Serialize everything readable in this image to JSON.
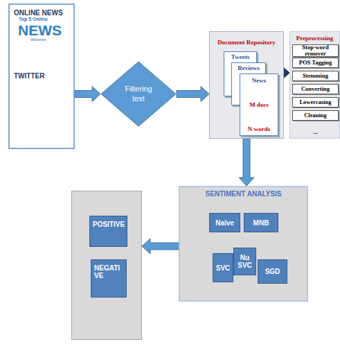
{
  "diagram": {
    "nodes": [
      {
        "text": [
          "ONLINE NEWS",
          "TWITTER"
        ]
      },
      {
        "text": [
          "Filtering text"
        ]
      },
      {
        "text": [
          "Document Repository"
        ]
      },
      {
        "text": [
          "Tweets"
        ],
        "in": 2
      },
      {
        "text": [
          "Reviews"
        ],
        "in": 2
      },
      {
        "text": [
          "News",
          "M docs",
          "N words"
        ],
        "in": 2
      },
      {
        "text": [
          "Preprocessing"
        ]
      },
      {
        "text": [
          "Stop-word remover"
        ],
        "in": 6
      },
      {
        "text": [
          "POS Tagging"
        ],
        "in": 6
      },
      {
        "text": [
          "Stemming"
        ],
        "in": 6
      },
      {
        "text": [
          "Converting"
        ],
        "in": 6
      },
      {
        "text": [
          "Lowercasing"
        ],
        "in": 6
      },
      {
        "text": [
          "Cleaning"
        ],
        "in": 6
      },
      {
        "text": [
          "SENTIMENT ANALYSIS"
        ]
      },
      {
        "text": [
          "Naïve"
        ],
        "in": 13
      },
      {
        "text": [
          "MNB"
        ],
        "in": 13
      },
      {
        "text": [
          "SVC"
        ],
        "in": 13
      },
      {
        "text": [
          "Nu SVC"
        ],
        "in": 13
      },
      {
        "text": [
          "SGD"
        ],
        "in": 13
      },
      {
        "text": []
      },
      {
        "text": [
          "POSITIVE"
        ],
        "in": 19
      },
      {
        "text": [
          "NEGATIVE"
        ],
        "in": 19
      }
    ],
    "edges": [
      {
        "from": 0,
        "to": 1,
        "arrow": "to"
      },
      {
        "from": 1,
        "to": 2,
        "arrow": "to"
      },
      {
        "from": 2,
        "to": 6,
        "arrow": "to"
      },
      {
        "from": 2,
        "to": 13,
        "arrow": "to"
      },
      {
        "from": 13,
        "to": 19,
        "arrow": "to"
      }
    ],
    "labels": [
      "Top 5 Online",
      "NEWS",
      "Websites",
      "..."
    ]
  }
}
